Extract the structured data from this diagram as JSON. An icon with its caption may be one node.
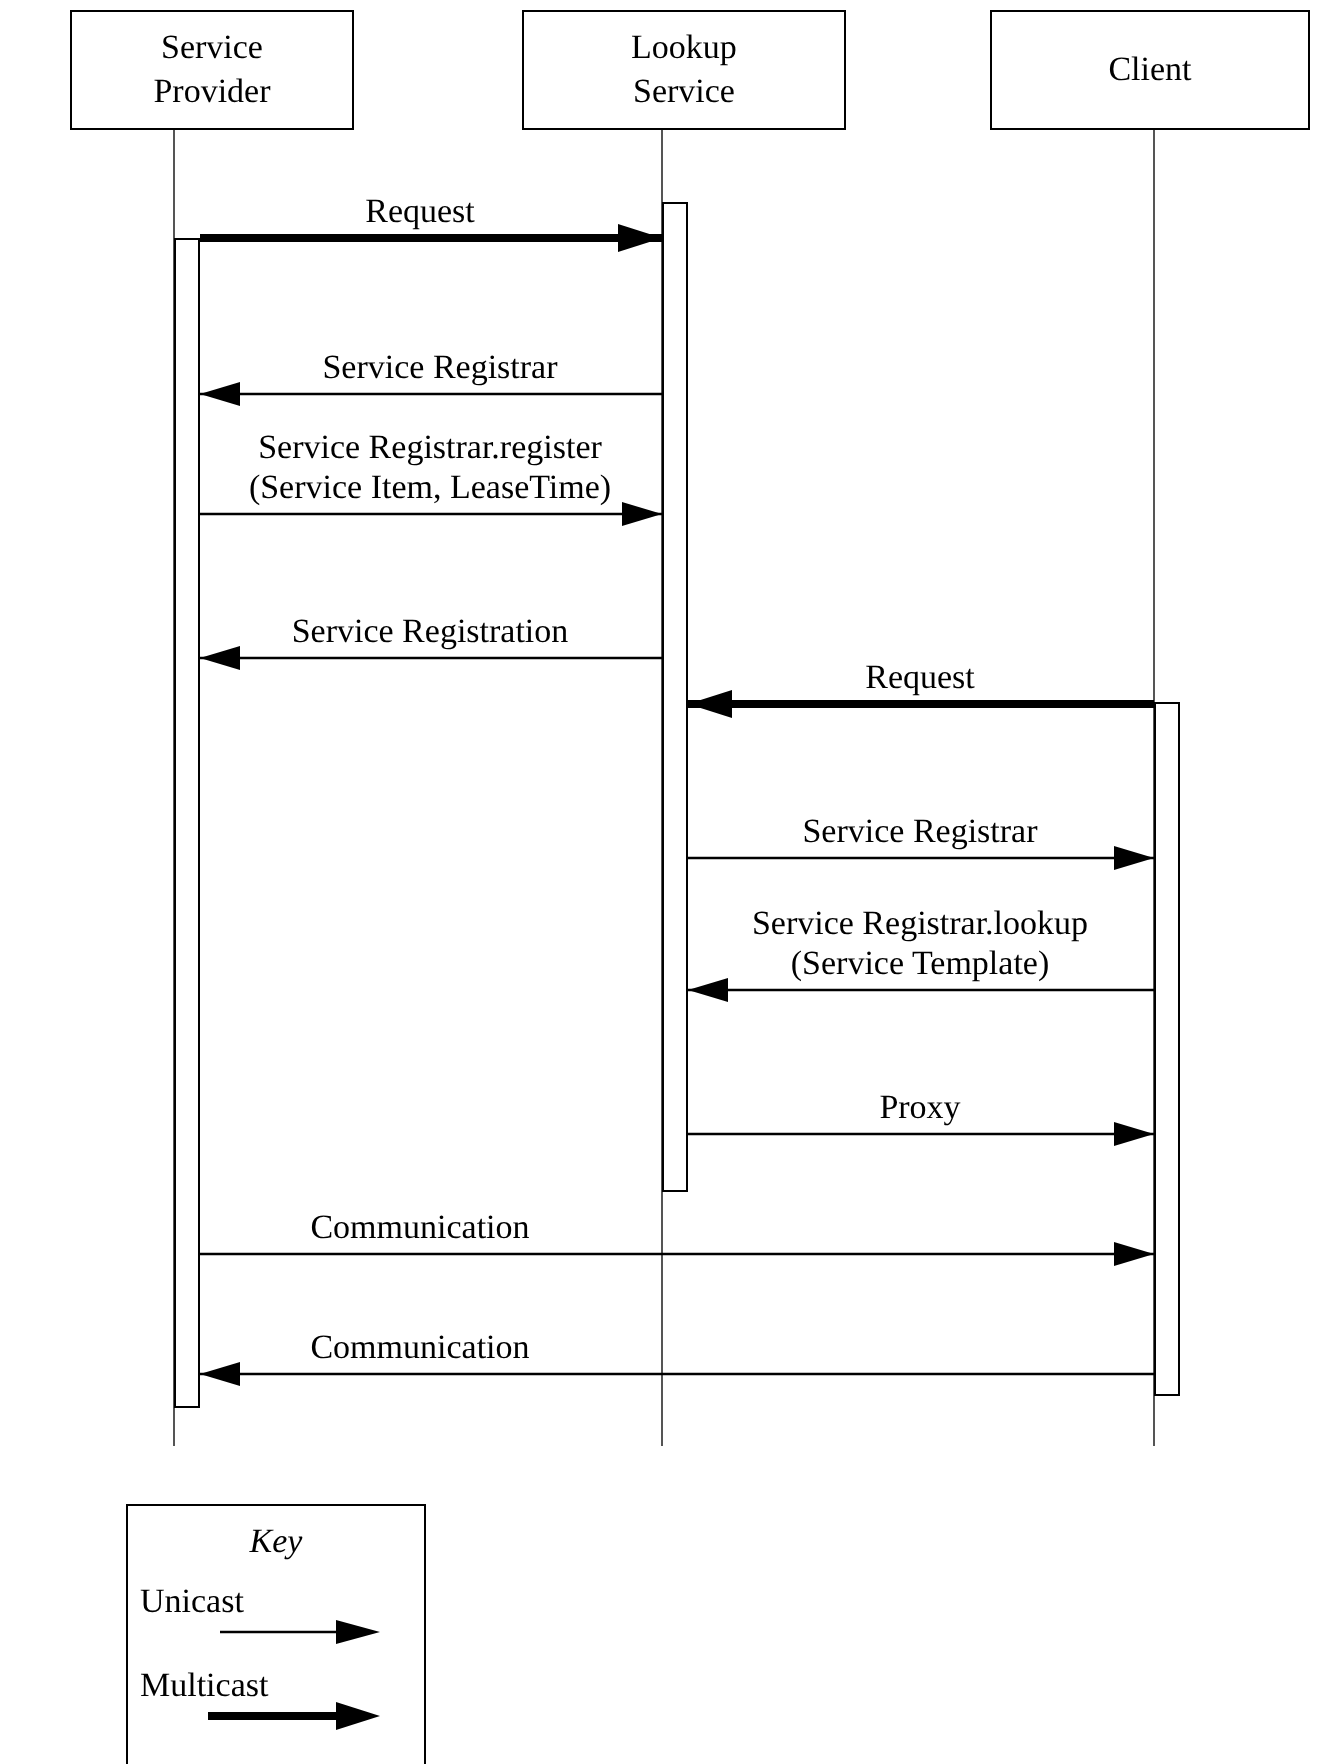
{
  "diagram": {
    "nodes": [
      {
        "text": [
          "Service Provider"
        ]
      },
      {
        "text": [
          "Lookup Service"
        ]
      },
      {
        "text": [
          "Client"
        ]
      },
      {
        "text": [],
        "shape": "bar"
      },
      {
        "text": [],
        "shape": "bar"
      },
      {
        "text": [],
        "shape": "bar"
      }
    ],
    "edges": [
      {
        "from": 3,
        "to": 4,
        "arrow": "to",
        "label": "Request",
        "style": "thick"
      },
      {
        "from": 4,
        "to": 3,
        "arrow": "to",
        "label": "Service Registrar"
      },
      {
        "from": 3,
        "to": 4,
        "arrow": "to",
        "label": "Service Registrar.register (Service Item, LeaseTime)"
      },
      {
        "from": 4,
        "to": 3,
        "arrow": "to",
        "label": "Service Registration"
      },
      {
        "from": 5,
        "to": 4,
        "arrow": "to",
        "label": "Request",
        "style": "thick"
      },
      {
        "from": 4,
        "to": 5,
        "arrow": "to",
        "label": "Service Registrar"
      },
      {
        "from": 5,
        "to": 4,
        "arrow": "to",
        "label": "Service Registrar.lookup (Service Template)"
      },
      {
        "from": 4,
        "to": 5,
        "arrow": "to",
        "label": "Proxy"
      },
      {
        "from": 3,
        "to": 5,
        "arrow": "to",
        "label": "Communication"
      },
      {
        "from": 5,
        "to": 3,
        "arrow": "to",
        "label": "Communication"
      }
    ],
    "labels": [
      "Key"
    ],
    "legend": [
      {
        "text": "Unicast"
      },
      {
        "text": "Multicast"
      }
    ]
  }
}
